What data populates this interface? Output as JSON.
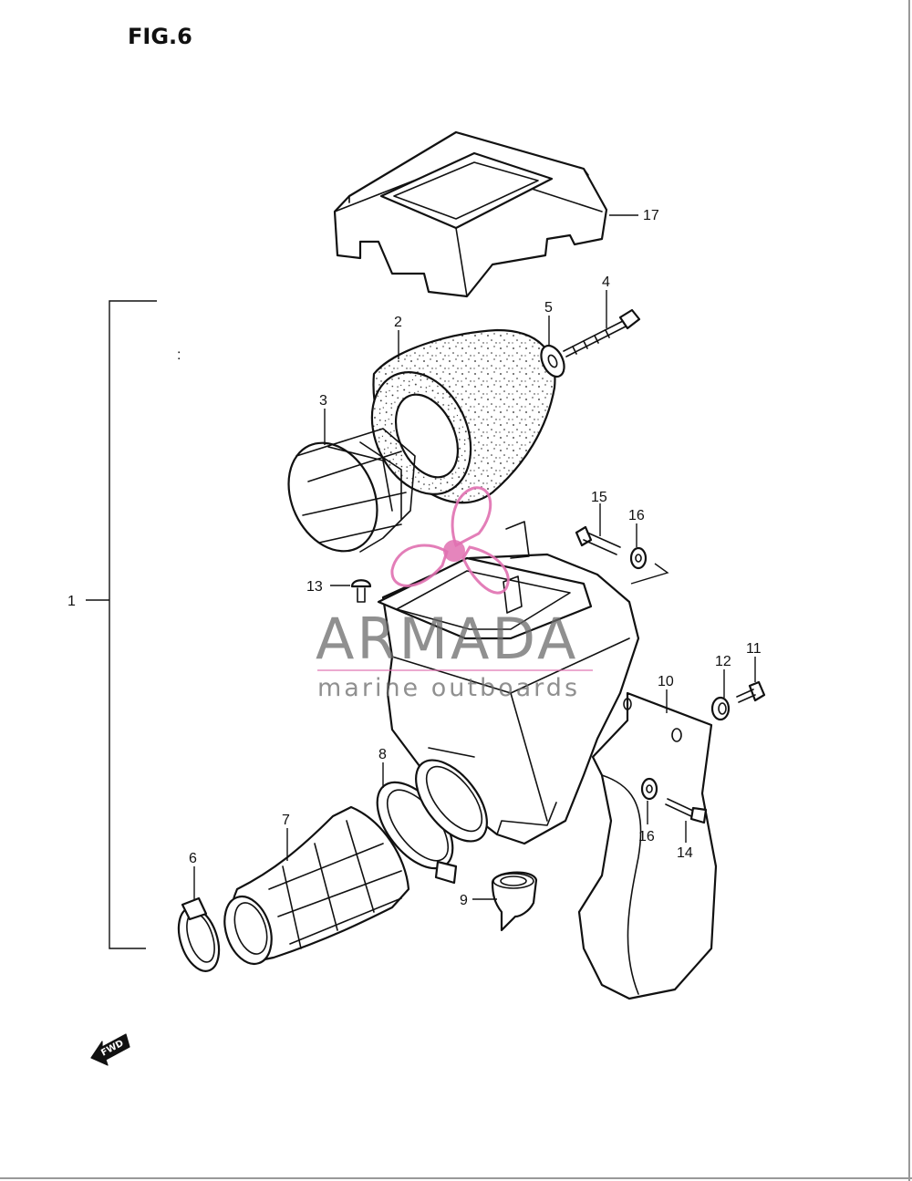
{
  "figure_title": "FIG.6",
  "forward_label": "FWD",
  "watermark": {
    "brand": "ARMADA",
    "tagline": "marine outboards",
    "accent_color": "#e070b0",
    "logo_icon": "propeller-icon"
  },
  "callouts": [
    {
      "id": "callout-1",
      "label": "1"
    },
    {
      "id": "callout-2",
      "label": "2"
    },
    {
      "id": "callout-3",
      "label": "3"
    },
    {
      "id": "callout-4",
      "label": "4"
    },
    {
      "id": "callout-5",
      "label": "5"
    },
    {
      "id": "callout-6",
      "label": "6"
    },
    {
      "id": "callout-7",
      "label": "7"
    },
    {
      "id": "callout-8",
      "label": "8"
    },
    {
      "id": "callout-9",
      "label": "9"
    },
    {
      "id": "callout-10",
      "label": "10"
    },
    {
      "id": "callout-11",
      "label": "11"
    },
    {
      "id": "callout-12",
      "label": "12"
    },
    {
      "id": "callout-13",
      "label": "13"
    },
    {
      "id": "callout-14",
      "label": "14"
    },
    {
      "id": "callout-15",
      "label": "15"
    },
    {
      "id": "callout-16a",
      "label": "16"
    },
    {
      "id": "callout-16b",
      "label": "16"
    },
    {
      "id": "callout-17",
      "label": "17"
    }
  ]
}
